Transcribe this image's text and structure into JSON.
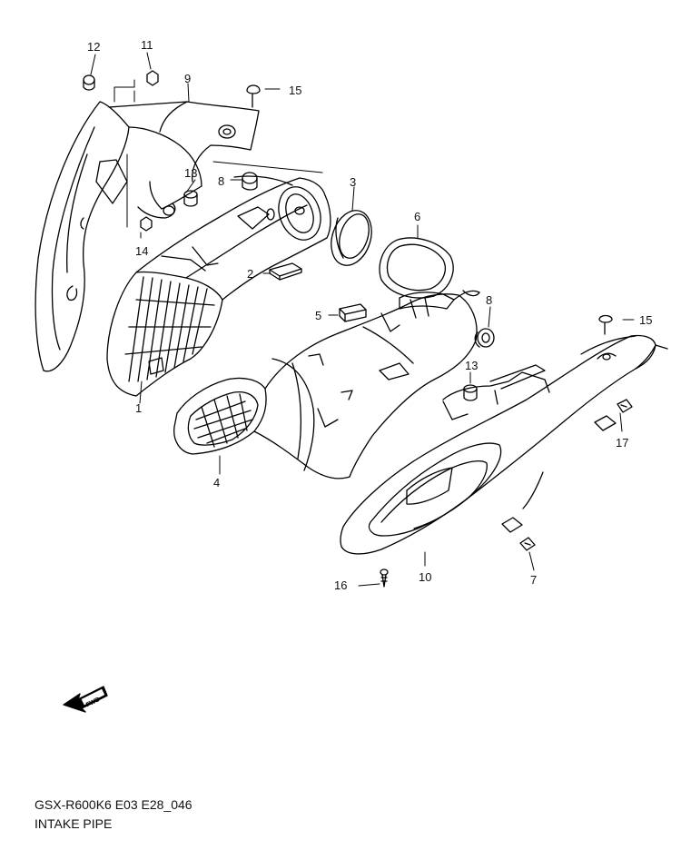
{
  "diagram": {
    "callouts": {
      "c1": "1",
      "c2": "2",
      "c3": "3",
      "c4": "4",
      "c5": "5",
      "c6": "6",
      "c7": "7",
      "c8a": "8",
      "c8b": "8",
      "c9": "9",
      "c10": "10",
      "c11": "11",
      "c12": "12",
      "c13a": "13",
      "c13b": "13",
      "c14": "14",
      "c15a": "15",
      "c15b": "15",
      "c16": "16",
      "c17": "17"
    },
    "fwd_label": "FWD",
    "footer": {
      "code": "GSX-R600K6 E03 E28_046",
      "title": "INTAKE PIPE"
    }
  }
}
